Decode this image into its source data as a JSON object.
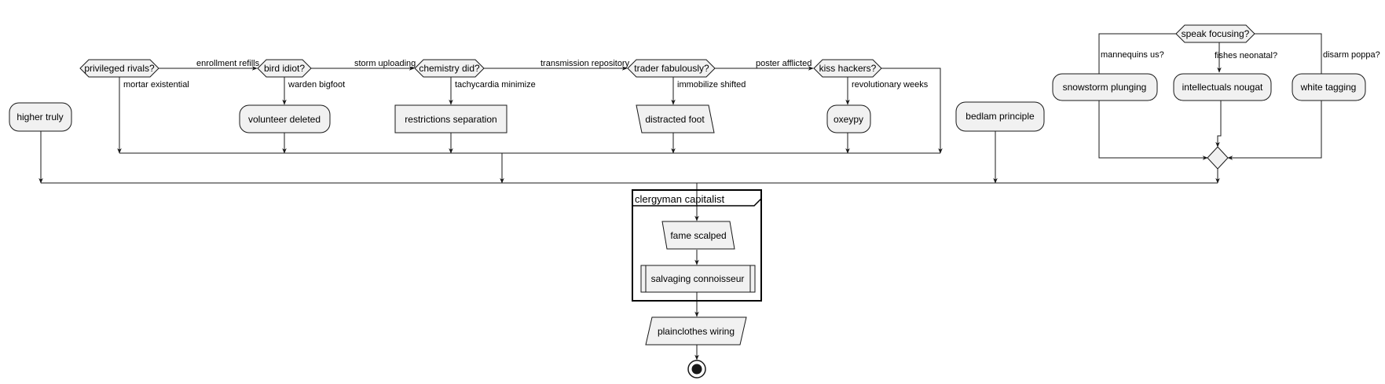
{
  "diagram": {
    "colors": {
      "node_fill": "#f1f1f1",
      "node_stroke": "#181818",
      "edge": "#181818",
      "background": "#ffffff"
    },
    "decisions": [
      {
        "id": "d1",
        "label": "privileged rivals?",
        "yes_label": "enrollment refills",
        "no_label": "mortar existential"
      },
      {
        "id": "d2",
        "label": "bird idiot?",
        "yes_label": "storm uploading",
        "no_label": "warden bigfoot"
      },
      {
        "id": "d3",
        "label": "chemistry did?",
        "yes_label": "transmission repository",
        "no_label": "tachycardia minimize"
      },
      {
        "id": "d4",
        "label": "trader fabulously?",
        "yes_label": "poster afflicted",
        "no_label": "immobilize shifted"
      },
      {
        "id": "d5",
        "label": "kiss hackers?",
        "no_label": "revolutionary weeks"
      },
      {
        "id": "d6",
        "label": "speak focusing?",
        "branch_labels": [
          "mannequins us?",
          "fishes neonatal?",
          "disarm poppa?"
        ]
      }
    ],
    "actions": [
      {
        "id": "a_higher",
        "label": "higher truly",
        "shape": "rounded"
      },
      {
        "id": "a_volunteer",
        "label": "volunteer deleted",
        "shape": "rounded"
      },
      {
        "id": "a_restrictions",
        "label": "restrictions separation",
        "shape": "rect"
      },
      {
        "id": "a_distracted",
        "label": "distracted foot",
        "shape": "parallelogram"
      },
      {
        "id": "a_oxeypy",
        "label": "oxeypy",
        "shape": "rounded"
      },
      {
        "id": "a_bedlam",
        "label": "bedlam principle",
        "shape": "rounded"
      },
      {
        "id": "a_snowstorm",
        "label": "snowstorm plunging",
        "shape": "rounded"
      },
      {
        "id": "a_intellectuals",
        "label": "intellectuals nougat",
        "shape": "rounded"
      },
      {
        "id": "a_white",
        "label": "white tagging",
        "shape": "rounded"
      },
      {
        "id": "a_fame",
        "label": "fame scalped",
        "shape": "parallelogram"
      },
      {
        "id": "a_salvaging",
        "label": "salvaging connoisseur",
        "shape": "subroutine"
      },
      {
        "id": "a_plainclothes",
        "label": "plainclothes wiring",
        "shape": "parallelogram"
      }
    ],
    "group": {
      "label": "clergyman capitalist"
    },
    "end": {
      "icon": "stop-circle-icon"
    }
  }
}
